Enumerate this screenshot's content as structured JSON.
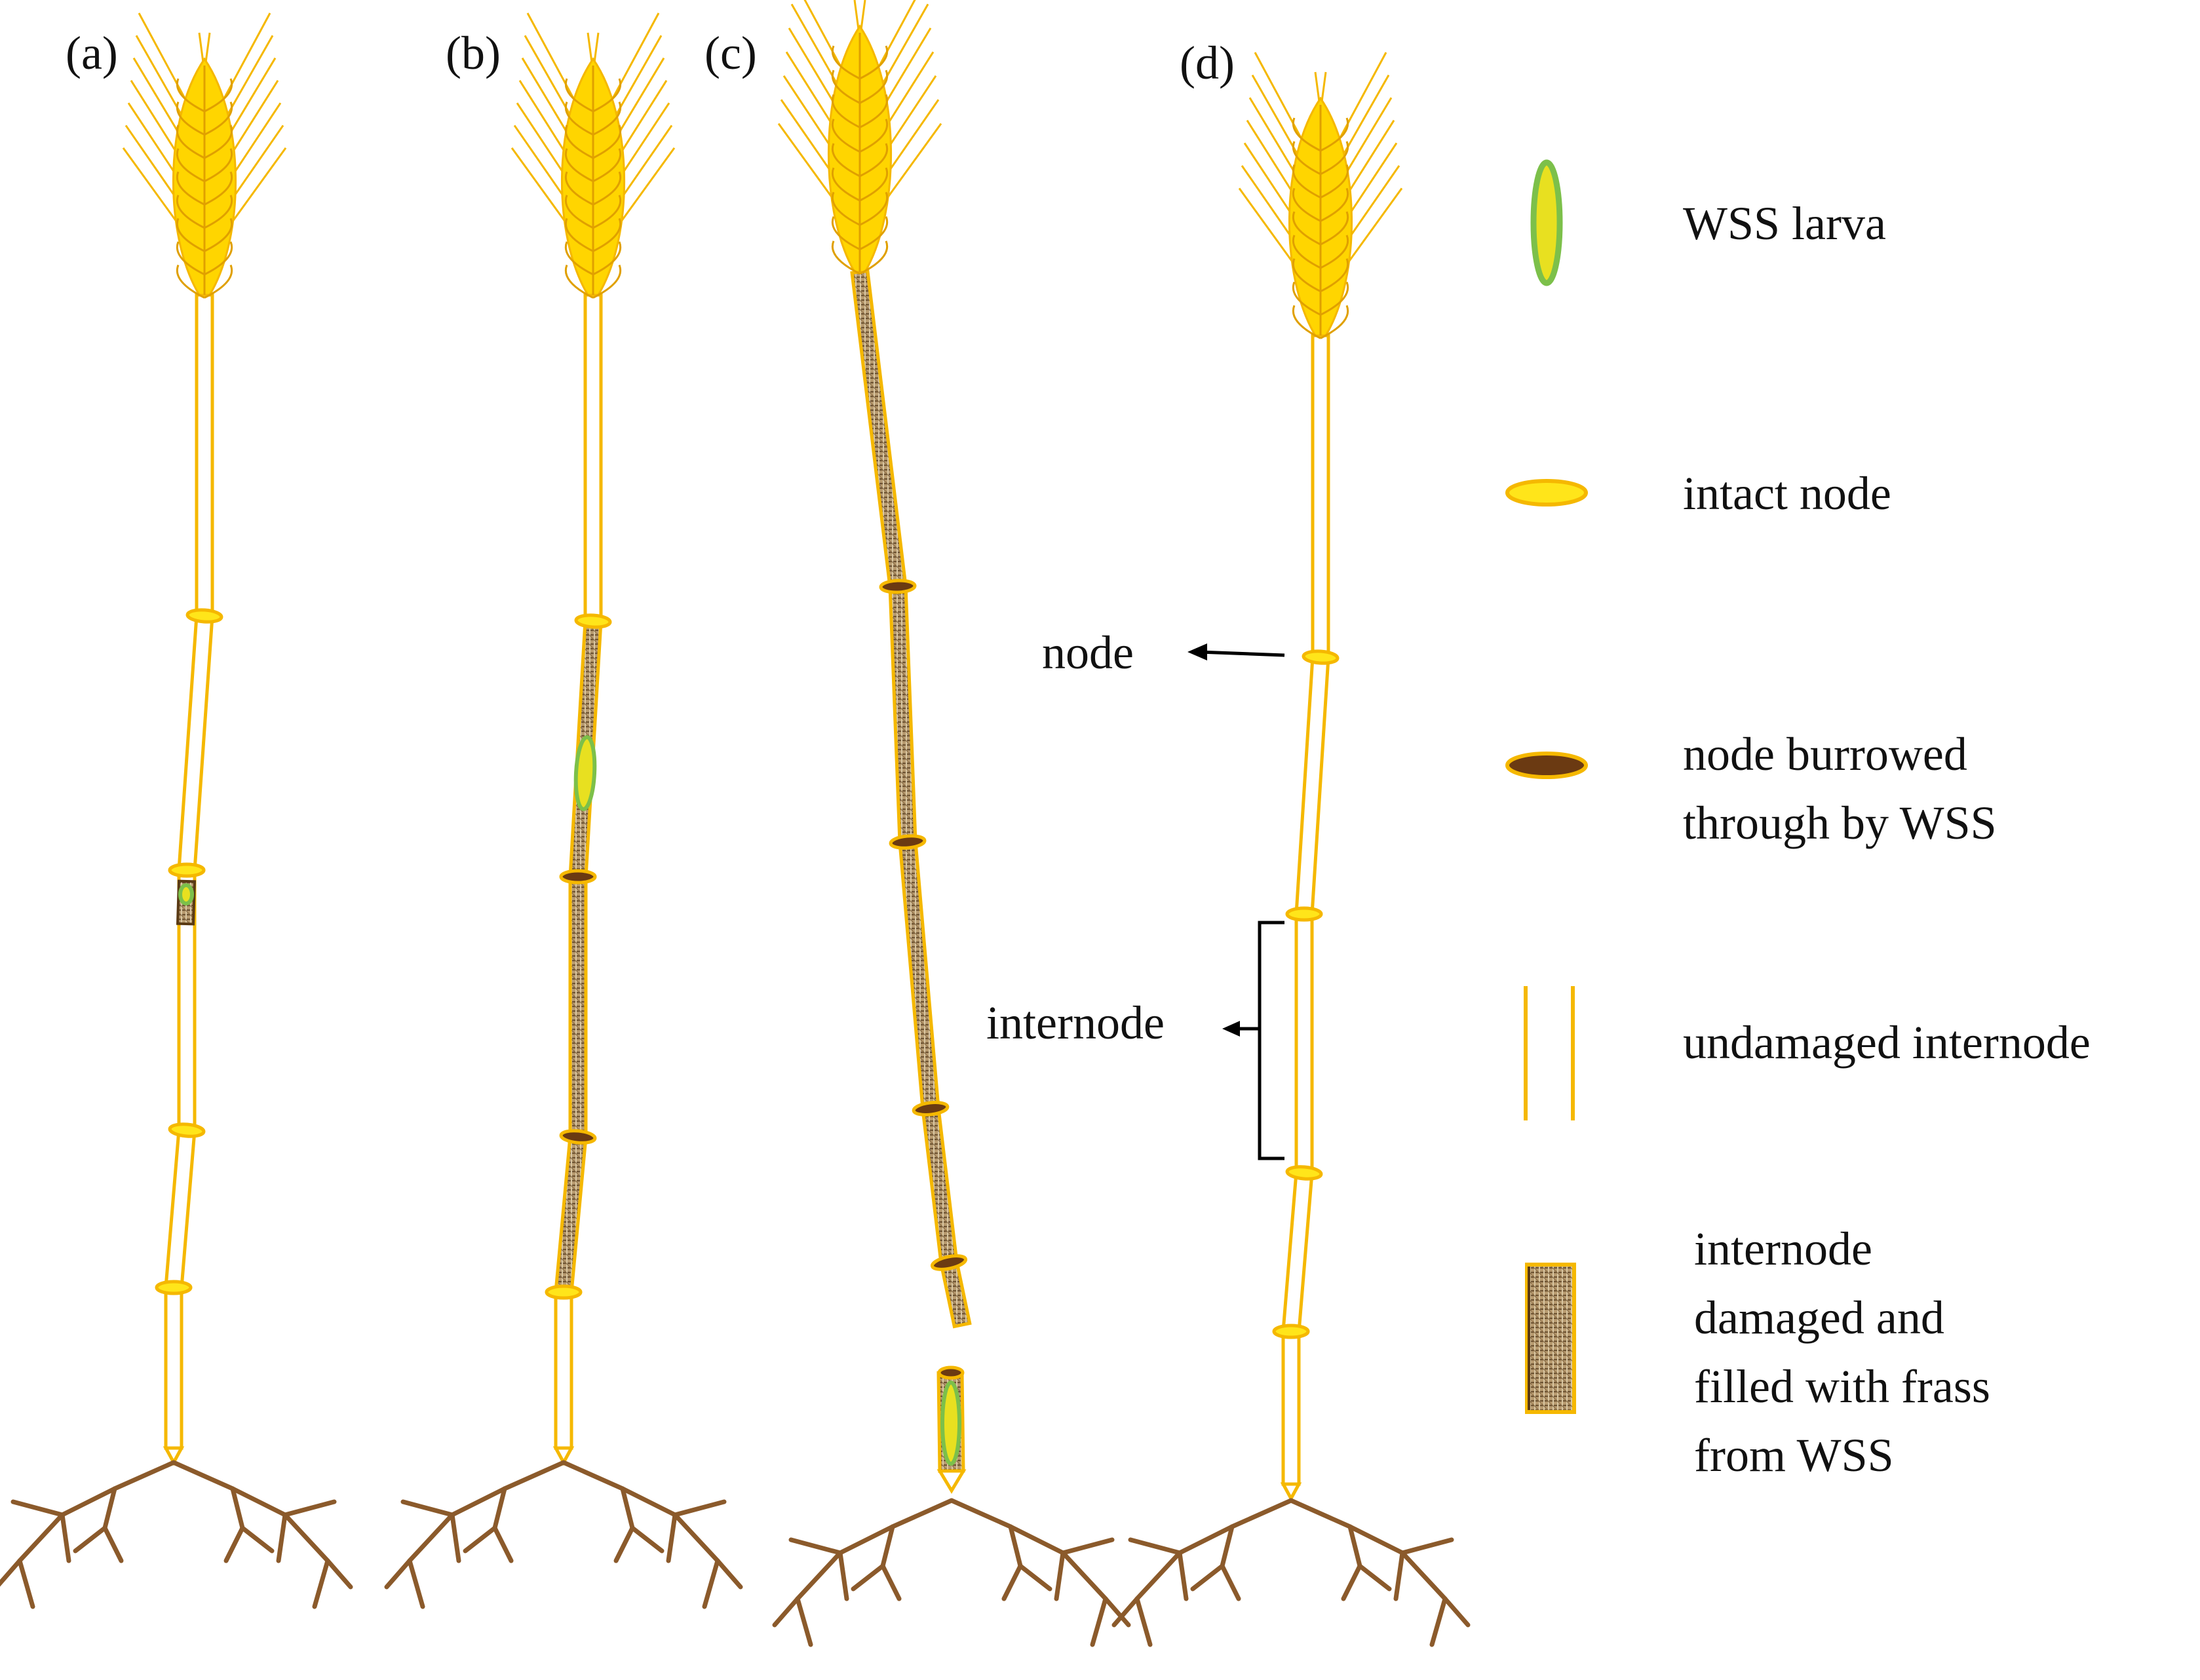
{
  "panels": [
    {
      "label": "(a)"
    },
    {
      "label": "(b)"
    },
    {
      "label": "(c)"
    },
    {
      "label": "(d)"
    }
  ],
  "annotations": {
    "node": "node",
    "internode": "internode"
  },
  "legend": {
    "wss_larva": [
      "WSS larva"
    ],
    "intact_node": [
      "intact node"
    ],
    "node_burrowed": [
      "node burrowed",
      "through by WSS"
    ],
    "undamaged_internode": [
      "undamaged internode"
    ],
    "internode_damaged": [
      "internode",
      "damaged and",
      "filled with frass",
      "from WSS"
    ]
  },
  "colors": {
    "stem_fill": "#FFFFFF",
    "stem_outline": "#F5B800",
    "node_fill": "#FFE51A",
    "spike_fill": "#FFD500",
    "larva_fill": "#E8E020",
    "larva_outline": "#7CC04A",
    "burrowed_node_fill": "#6B3A12",
    "frass_fill": "#A88C64",
    "root_color": "#8B5A2B"
  }
}
